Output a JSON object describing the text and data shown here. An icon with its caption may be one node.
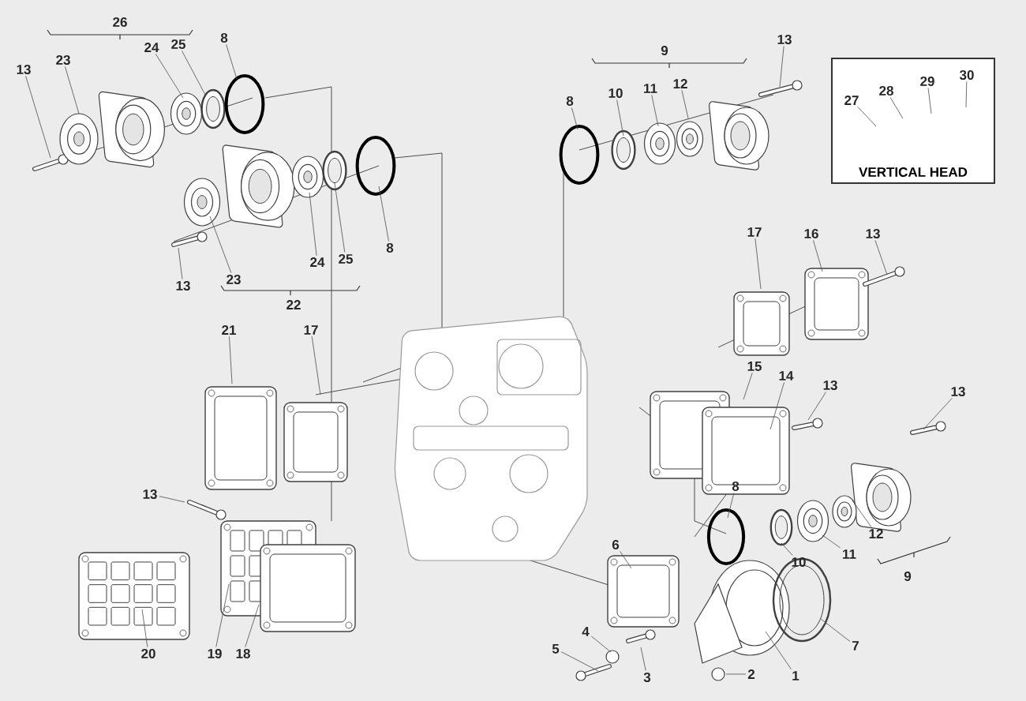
{
  "diagram": {
    "nodes": [
      {
        "text": [
          "13"
        ]
      },
      {
        "text": [
          "23"
        ]
      },
      {
        "text": [
          "24"
        ]
      },
      {
        "text": [
          "25"
        ]
      },
      {
        "text": [
          "8"
        ]
      },
      {
        "text": [
          "13"
        ]
      },
      {
        "text": [
          "23"
        ]
      },
      {
        "text": [
          "24"
        ]
      },
      {
        "text": [
          "25"
        ]
      },
      {
        "text": [
          "8"
        ]
      },
      {
        "text": [
          "8"
        ]
      },
      {
        "text": [
          "10"
        ]
      },
      {
        "text": [
          "11"
        ]
      },
      {
        "text": [
          "12"
        ]
      },
      {
        "text": [
          "13"
        ]
      },
      {
        "text": [
          "VERTICAL HEAD"
        ]
      },
      {
        "text": [
          "27"
        ],
        "in": 15
      },
      {
        "text": [
          "28"
        ],
        "in": 15
      },
      {
        "text": [
          "29"
        ],
        "in": 15
      },
      {
        "text": [
          "30"
        ],
        "in": 15
      },
      {
        "text": [
          "17"
        ]
      },
      {
        "text": [
          "16"
        ]
      },
      {
        "text": [
          "13"
        ]
      },
      {
        "text": [
          "21"
        ]
      },
      {
        "text": [
          "17"
        ]
      },
      {
        "text": [
          "15"
        ]
      },
      {
        "text": [
          "14"
        ]
      },
      {
        "text": [
          "13"
        ]
      },
      {
        "text": [
          "13"
        ]
      },
      {
        "text": [
          "13"
        ]
      },
      {
        "text": [
          "8"
        ]
      },
      {
        "text": [
          "10"
        ]
      },
      {
        "text": [
          "11"
        ]
      },
      {
        "text": [
          "12"
        ]
      },
      {
        "text": [
          "6"
        ]
      },
      {
        "text": [
          "20"
        ]
      },
      {
        "text": [
          "19"
        ]
      },
      {
        "text": [
          "18"
        ]
      },
      {
        "text": [
          "7"
        ]
      },
      {
        "text": [
          "1"
        ]
      },
      {
        "text": [
          "2"
        ]
      },
      {
        "text": [
          "3"
        ]
      },
      {
        "text": [
          "4"
        ]
      },
      {
        "text": [
          "5"
        ]
      }
    ],
    "edges": [
      {
        "from": 0,
        "to": null,
        "arrow": "none"
      },
      {
        "from": 1,
        "to": null,
        "arrow": "none"
      },
      {
        "from": 2,
        "to": null,
        "arrow": "none"
      },
      {
        "from": 3,
        "to": null,
        "arrow": "none"
      },
      {
        "from": 4,
        "to": null,
        "arrow": "none"
      },
      {
        "from": 5,
        "to": null,
        "arrow": "none"
      },
      {
        "from": 6,
        "to": null,
        "arrow": "none"
      },
      {
        "from": 7,
        "to": null,
        "arrow": "none"
      },
      {
        "from": 8,
        "to": null,
        "arrow": "none"
      },
      {
        "from": 9,
        "to": null,
        "arrow": "none"
      },
      {
        "from": 10,
        "to": null,
        "arrow": "none"
      },
      {
        "from": 11,
        "to": null,
        "arrow": "none"
      },
      {
        "from": 12,
        "to": null,
        "arrow": "none"
      },
      {
        "from": 13,
        "to": null,
        "arrow": "none"
      },
      {
        "from": 14,
        "to": null,
        "arrow": "none"
      },
      {
        "from": 16,
        "to": null,
        "arrow": "none"
      },
      {
        "from": 17,
        "to": null,
        "arrow": "none"
      },
      {
        "from": 18,
        "to": null,
        "arrow": "none"
      },
      {
        "from": 19,
        "to": null,
        "arrow": "none"
      },
      {
        "from": 20,
        "to": null,
        "arrow": "none"
      },
      {
        "from": 21,
        "to": null,
        "arrow": "none"
      },
      {
        "from": 22,
        "to": null,
        "arrow": "none"
      },
      {
        "from": 23,
        "to": null,
        "arrow": "none"
      },
      {
        "from": 24,
        "to": null,
        "arrow": "none"
      },
      {
        "from": 25,
        "to": null,
        "arrow": "none"
      },
      {
        "from": 26,
        "to": null,
        "arrow": "none"
      },
      {
        "from": 27,
        "to": null,
        "arrow": "none"
      },
      {
        "from": 28,
        "to": null,
        "arrow": "none"
      },
      {
        "from": 29,
        "to": null,
        "arrow": "none"
      },
      {
        "from": 30,
        "to": null,
        "arrow": "none"
      },
      {
        "from": 31,
        "to": null,
        "arrow": "none"
      },
      {
        "from": 32,
        "to": null,
        "arrow": "none"
      },
      {
        "from": 33,
        "to": null,
        "arrow": "none"
      },
      {
        "from": 34,
        "to": null,
        "arrow": "none"
      },
      {
        "from": 35,
        "to": null,
        "arrow": "none"
      },
      {
        "from": 36,
        "to": null,
        "arrow": "none"
      },
      {
        "from": 37,
        "to": null,
        "arrow": "none"
      },
      {
        "from": 38,
        "to": null,
        "arrow": "none"
      },
      {
        "from": 39,
        "to": null,
        "arrow": "none"
      },
      {
        "from": 40,
        "to": null,
        "arrow": "none"
      },
      {
        "from": 41,
        "to": null,
        "arrow": "none"
      },
      {
        "from": 42,
        "to": null,
        "arrow": "none"
      },
      {
        "from": 43,
        "to": null,
        "arrow": "none"
      }
    ],
    "labels": [
      "26",
      "9",
      "22",
      "9"
    ]
  }
}
